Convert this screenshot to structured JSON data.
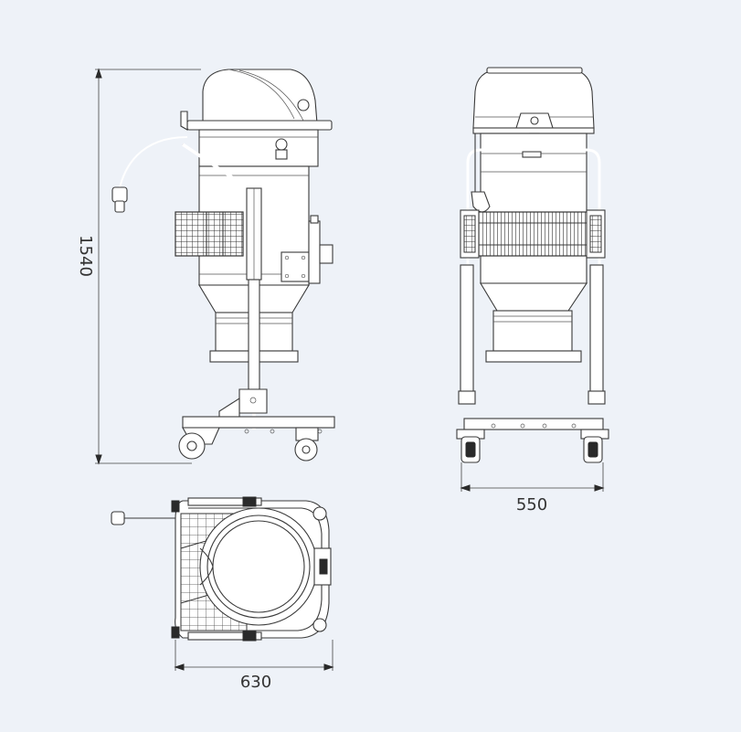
{
  "dimensions": {
    "height": "1540",
    "depth": "550",
    "width": "630"
  },
  "colors": {
    "background": "#eef2f8",
    "line": "#3a3a3a"
  }
}
